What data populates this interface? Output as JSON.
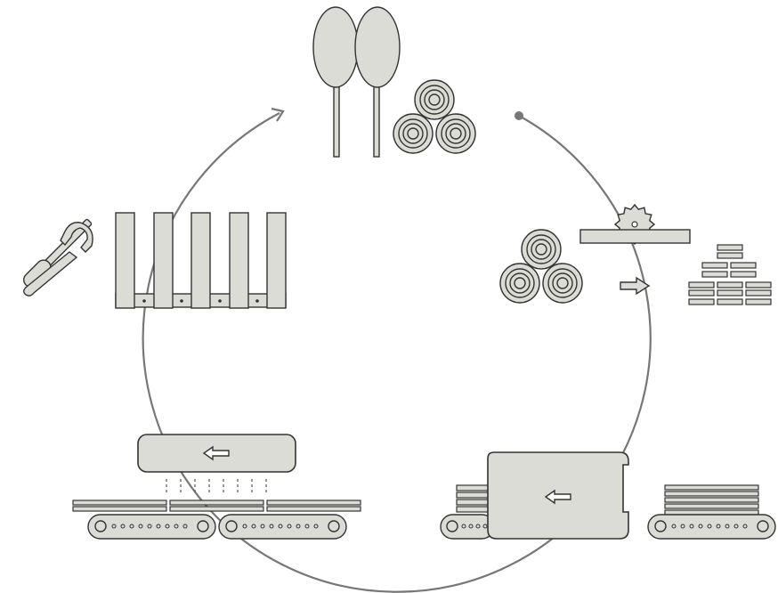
{
  "colors": {
    "background": "#ffffff",
    "fill": "#dcdcd6",
    "stroke": "#333333",
    "cycle_arc": "#777777"
  },
  "stages": [
    {
      "name": "trees-and-logs",
      "icons": [
        "tree-icon",
        "log-pile-icon"
      ]
    },
    {
      "name": "sawmill",
      "icons": [
        "log-pile-icon",
        "circular-saw-icon",
        "arrow-right-icon",
        "lumber-stack-icon"
      ]
    },
    {
      "name": "drying-kiln",
      "icons": [
        "board-stack-icon",
        "kiln-icon",
        "arrow-left-icon",
        "conveyor-icon"
      ]
    },
    {
      "name": "gluing-press",
      "icons": [
        "press-icon",
        "arrow-left-icon",
        "board-strips-icon",
        "conveyor-icon"
      ]
    },
    {
      "name": "fence-assembly",
      "icons": [
        "wrench-icon",
        "screwdriver-icon",
        "picket-fence-icon"
      ]
    }
  ],
  "cycle": {
    "direction": "clockwise",
    "arrowhead": "arrow-head-icon",
    "start_marker": "dot-icon"
  }
}
